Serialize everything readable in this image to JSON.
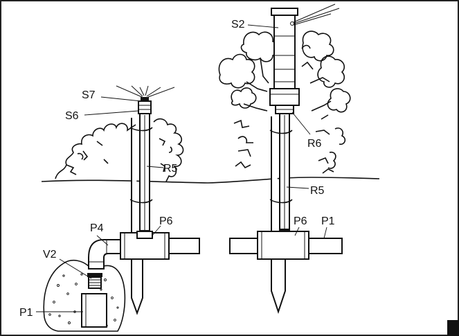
{
  "labels": {
    "s7": "S7",
    "s6": "S6",
    "r5_left": "R5",
    "p4": "P4",
    "p6_left": "P6",
    "v2": "V2",
    "p1_left": "P1",
    "s2": "S2",
    "r6": "R6",
    "r5_right": "R5",
    "p6_right": "P6",
    "p1_right": "P1"
  }
}
